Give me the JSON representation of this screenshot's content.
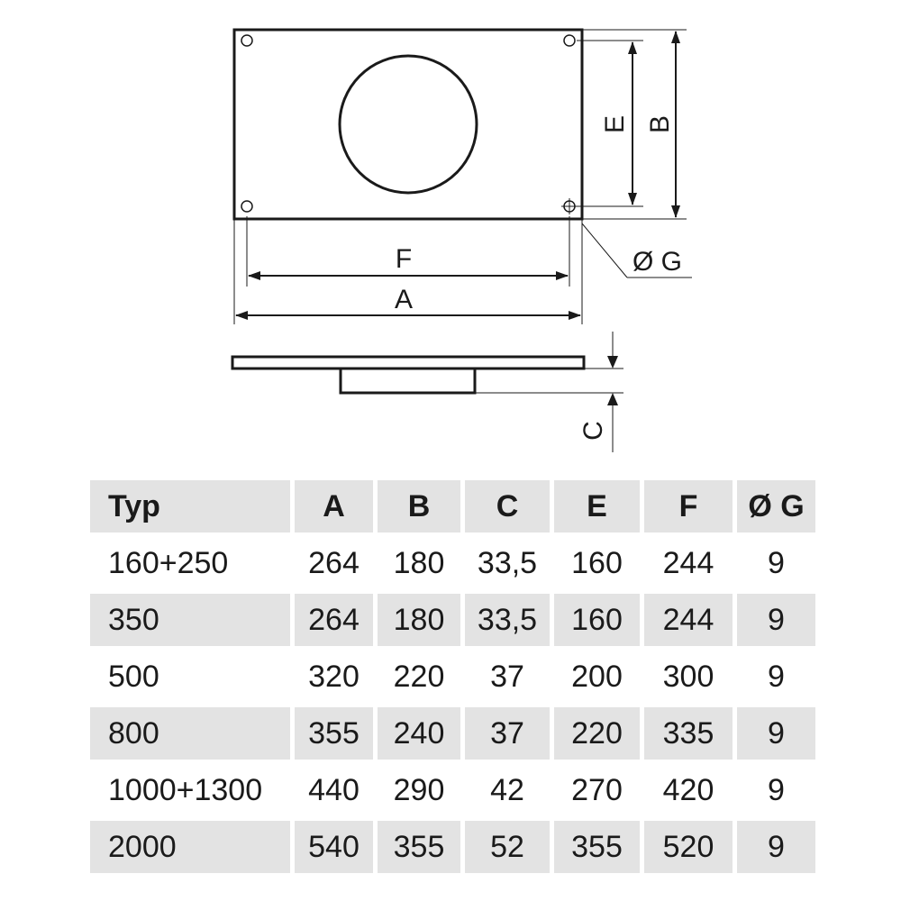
{
  "drawing": {
    "labels": {
      "A": "A",
      "B": "B",
      "C": "C",
      "E": "E",
      "F": "F",
      "G": "Ø G"
    }
  },
  "table": {
    "headers": [
      "Typ",
      "A",
      "B",
      "C",
      "E",
      "F",
      "Ø G"
    ],
    "rows": [
      [
        "160+250",
        "264",
        "180",
        "33,5",
        "160",
        "244",
        "9"
      ],
      [
        "350",
        "264",
        "180",
        "33,5",
        "160",
        "244",
        "9"
      ],
      [
        "500",
        "320",
        "220",
        "37",
        "200",
        "300",
        "9"
      ],
      [
        "800",
        "355",
        "240",
        "37",
        "220",
        "335",
        "9"
      ],
      [
        "1000+1300",
        "440",
        "290",
        "42",
        "270",
        "420",
        "9"
      ],
      [
        "2000",
        "540",
        "355",
        "52",
        "355",
        "520",
        "9"
      ]
    ]
  },
  "colors": {
    "shade": "#e3e3e3",
    "ink": "#1a1a1a"
  }
}
